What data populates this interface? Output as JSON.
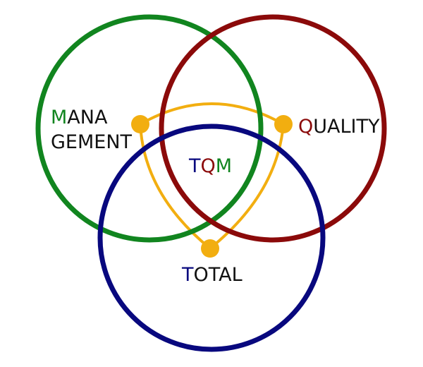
{
  "colors": {
    "management": "#11851f",
    "quality": "#8b0a0a",
    "total": "#08087e",
    "connector": "#f2ae10",
    "text": "#111111"
  },
  "labels": {
    "management": {
      "line1_initial": "M",
      "line1_rest": "ANA",
      "line2": "GEMENT"
    },
    "quality": {
      "initial": "Q",
      "rest": "UALITY"
    },
    "total": {
      "initial": "T",
      "rest": "OTAL"
    },
    "center": {
      "t": "T",
      "q": "Q",
      "m": "M"
    }
  }
}
